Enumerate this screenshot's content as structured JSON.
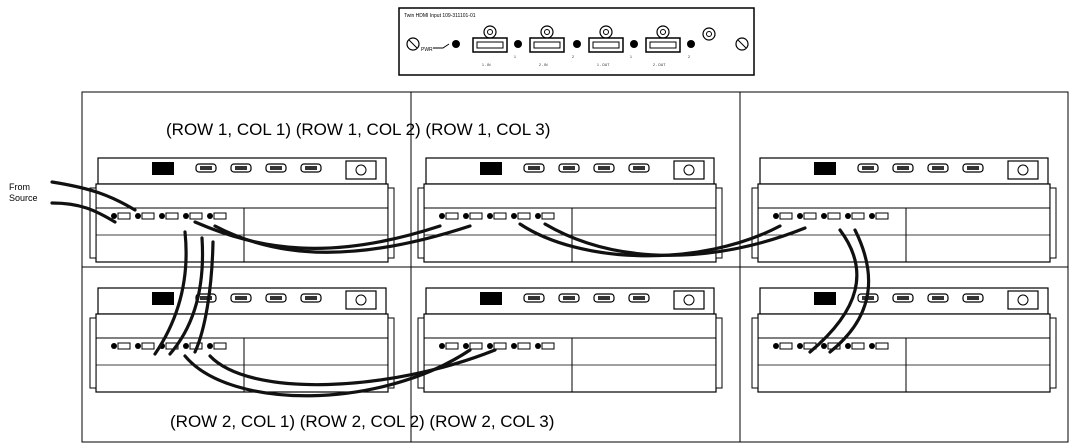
{
  "card": {
    "title": "Twin HDMI Input 109-311101-01",
    "pwr_label": "PWR",
    "port_labels": [
      "1 - IN",
      "2 - IN",
      "1 - OUT",
      "2 - OUT"
    ],
    "port_numbers": [
      "1",
      "2",
      "1",
      "2"
    ]
  },
  "captions": {
    "row1": "(ROW 1, COL 1) (ROW 1, COL 2) (ROW 1, COL 3)",
    "row2": "(ROW 2, COL 1) (ROW 2, COL 2) (ROW 2, COL 3)"
  },
  "source": {
    "line1": "From",
    "line2": "Source"
  },
  "grid": {
    "rows": 2,
    "cols": 3
  }
}
